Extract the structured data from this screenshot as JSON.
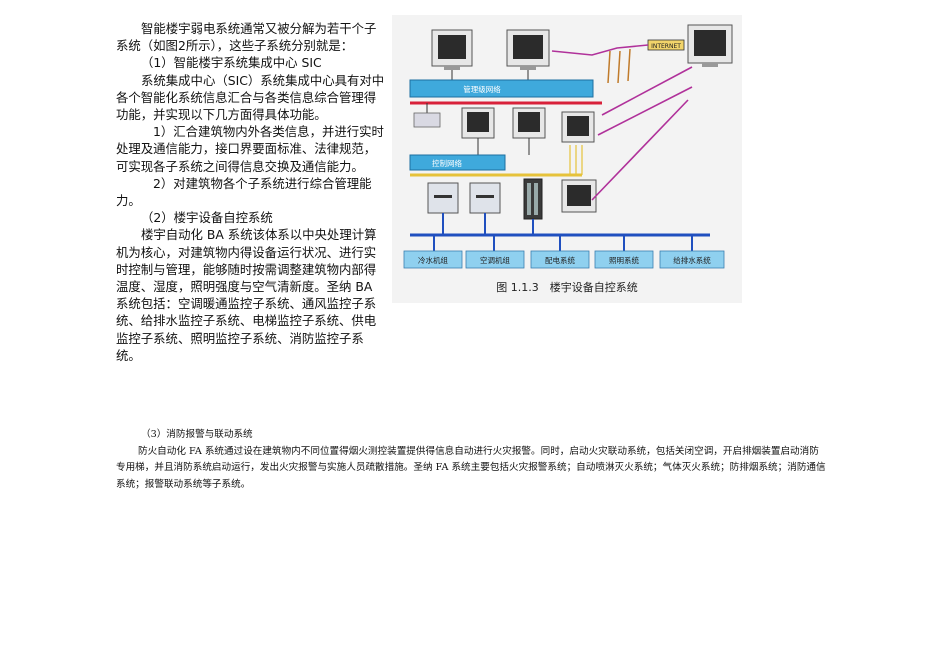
{
  "left_column": {
    "p1": "智能楼宇弱电系统通常又被分解为若干个子系统（如图2所示），这些子系统分别就是：",
    "h1": "（1）智能楼宇系统集成中心 SIC",
    "p2": "系统集成中心（SIC）系统集成中心具有对中各个智能化系统信息汇合与各类信息综合管理得功能，并实现以下几方面得具体功能。",
    "p3": "1）汇合建筑物内外各类信息，并进行实时处理及通信能力，接口界要面标准、法律规范，可实现各子系统之间得信息交换及通信能力。",
    "p4": "2）对建筑物各个子系统进行综合管理能力。",
    "h2": "（2）楼宇设备自控系统",
    "p5": "楼宇自动化 BA 系统该体系以中央处理计算机为核心，对建筑物内得设备运行状况、进行实时控制与管理，能够随时按需调整建筑物内部得温度、湿度，照明强度与空气清新度。圣纳 BA 系统包括：空调暖通监控子系统、通风监控子系统、给排水监控子系统、电梯监控子系统、供电监控子系统、照明监控子系统、消防监控子系统。"
  },
  "figure": {
    "internet_label": "INTERNET",
    "management_network": "管理级网络",
    "control_network": "控制网络",
    "subsystems": [
      "冷水机组",
      "空调机组",
      "配电系统",
      "照明系统",
      "给排水系统"
    ],
    "caption": "图 1.1.3　楼宇设备自控系统",
    "colors": {
      "bus_blue": "#1f4fbf",
      "net_red": "#d8213a",
      "net_yellow": "#e6c23a",
      "network_box": "#3fa9dc",
      "internet_line": "#b0319a"
    }
  },
  "bottom": {
    "heading": "（3）消防报警与联动系统",
    "paragraph": "防火自动化 FA 系统通过设在建筑物内不同位置得烟火测控装置提供得信息自动进行火灾报警。同时，启动火灾联动系统，包括关闭空调，开启排烟装置启动消防专用梯，并且消防系统启动运行，发出火灾报警与实施人员疏散措施。圣纳 FA 系统主要包括火灾报警系统；自动喷淋灭火系统；气体灭火系统；防排烟系统；消防通信系统；报警联动系统等子系统。"
  }
}
